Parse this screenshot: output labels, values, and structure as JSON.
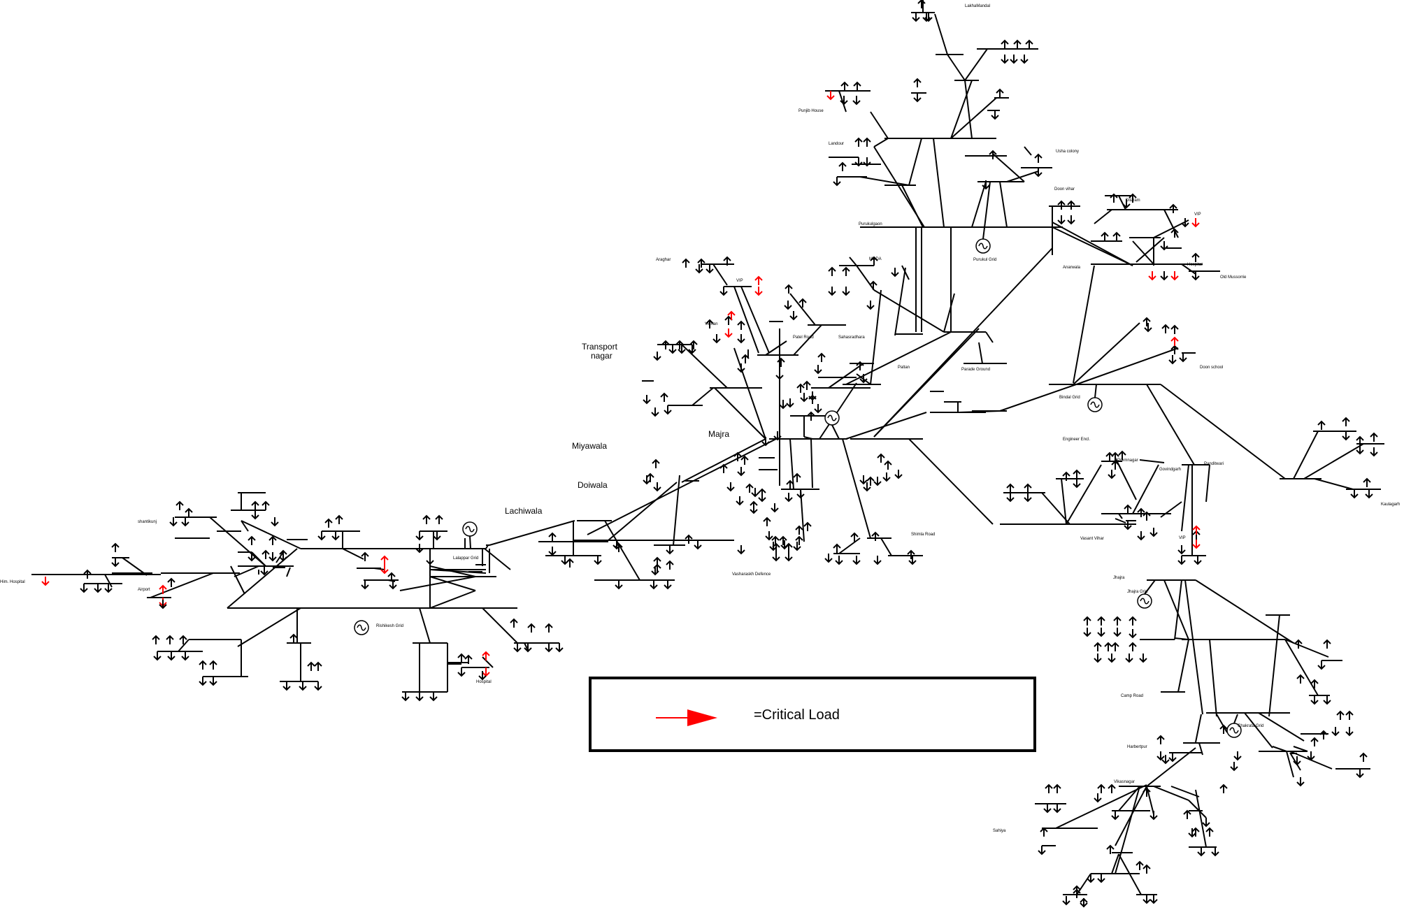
{
  "legend": {
    "text": "=Critical Load",
    "arrow_color": "#ff0000"
  },
  "colors": {
    "line": "#000000",
    "critical": "#ff0000"
  },
  "icons": [
    "load-arrow-icon",
    "critical-load-arrow-icon",
    "grid-source-icon"
  ],
  "labels": {
    "lakhamandal": "LakhaMandal",
    "punjib_house": "Punjib House",
    "landour": "Landour",
    "usha_colony": "Usha colony",
    "doon_vihar": "Doon vihar",
    "dilaram": "Dilaram",
    "vip_1": "VIP",
    "purukulgaon": "Purukulgaon",
    "purukul_grid": "Purukul Grid",
    "araghar": "Araghar",
    "mdda": "MDDA",
    "anarwala": "Anarwala",
    "hospital_1": "Hospital",
    "old_mussorrie": "Old Mussorrie",
    "vip_2": "VIP",
    "vidhan": "Vidhan",
    "patel_road": "Patel Road",
    "sahasradhara": "Sahasradhara",
    "parade_ground": "Parade Ground",
    "doon_school": "Doon school",
    "transport_nagar": "Transport nagar",
    "paltan": "Paltan",
    "bindal_grid": "Bindal Grid",
    "engineer_encl": "Engineer Encl.",
    "majra": "Majra",
    "miyawala": "Miyawala",
    "doiwala": "Doiwala",
    "prembagar": "Premnagar",
    "govindgarh": "Govindgarh",
    "panditwari": "Panditwari",
    "kaulagarh": "Kaulagarh",
    "lachiwala": "Lachiwala",
    "shantikunj": "shantikunj",
    "vasant_vihar": "Vasant Vihar",
    "vip_3": "VIP",
    "shimla_road": "Shimla Road",
    "lalatppar_grid": "Lalappar Grid",
    "vasharaskh_defence": "Vasharaskh Defence",
    "him_hospital": "Him. Hospital",
    "airport": "Airport",
    "rishikesh_grid": "Rishikesh Grid",
    "hospital_2": "Hospital",
    "jhajra": "Jhajra",
    "jhajra_grid": "Jhajra Grid",
    "camp_road": "Camp Road",
    "chakrata_grid": "Chakrata Grid",
    "harbertpur": "Harbertpur",
    "vikasnagar": "Vikasnagar",
    "sahiya": "Sahiya"
  }
}
